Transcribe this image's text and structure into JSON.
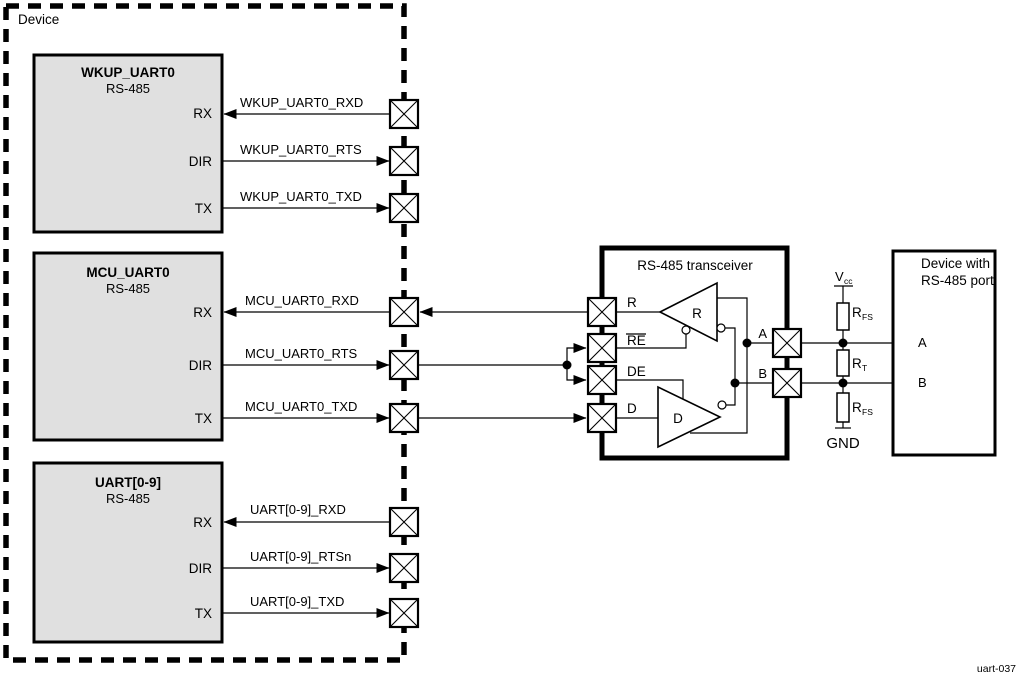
{
  "device_label": "Device",
  "figure_code": "uart-037",
  "blocks": [
    {
      "title": "WKUP_UART0",
      "subtitle": "RS-485",
      "pin_rx": "RX",
      "pin_dir": "DIR",
      "pin_tx": "TX",
      "sig_rxd": "WKUP_UART0_RXD",
      "sig_rts": "WKUP_UART0_RTS",
      "sig_txd": "WKUP_UART0_TXD"
    },
    {
      "title": "MCU_UART0",
      "subtitle": "RS-485",
      "pin_rx": "RX",
      "pin_dir": "DIR",
      "pin_tx": "TX",
      "sig_rxd": "MCU_UART0_RXD",
      "sig_rts": "MCU_UART0_RTS",
      "sig_txd": "MCU_UART0_TXD"
    },
    {
      "title": "UART[0-9]",
      "subtitle": "RS-485",
      "pin_rx": "RX",
      "pin_dir": "DIR",
      "pin_tx": "TX",
      "sig_rxd": "UART[0-9]_RXD",
      "sig_rts": "UART[0-9]_RTSn",
      "sig_txd": "UART[0-9]_TXD"
    }
  ],
  "transceiver": {
    "title": "RS-485 transceiver",
    "pin_r": "R",
    "pin_re": "RE",
    "pin_de": "DE",
    "pin_d": "D",
    "receiver": "R",
    "driver": "D",
    "out_a": "A",
    "out_b": "B"
  },
  "termination": {
    "vcc": "V",
    "vcc_sub": "cc",
    "rfs": "R",
    "rfs_sub": "FS",
    "rt": "R",
    "rt_sub": "T",
    "gnd": "GND"
  },
  "remote": {
    "title1": "Device with",
    "title2": "RS-485 port",
    "a": "A",
    "b": "B"
  }
}
